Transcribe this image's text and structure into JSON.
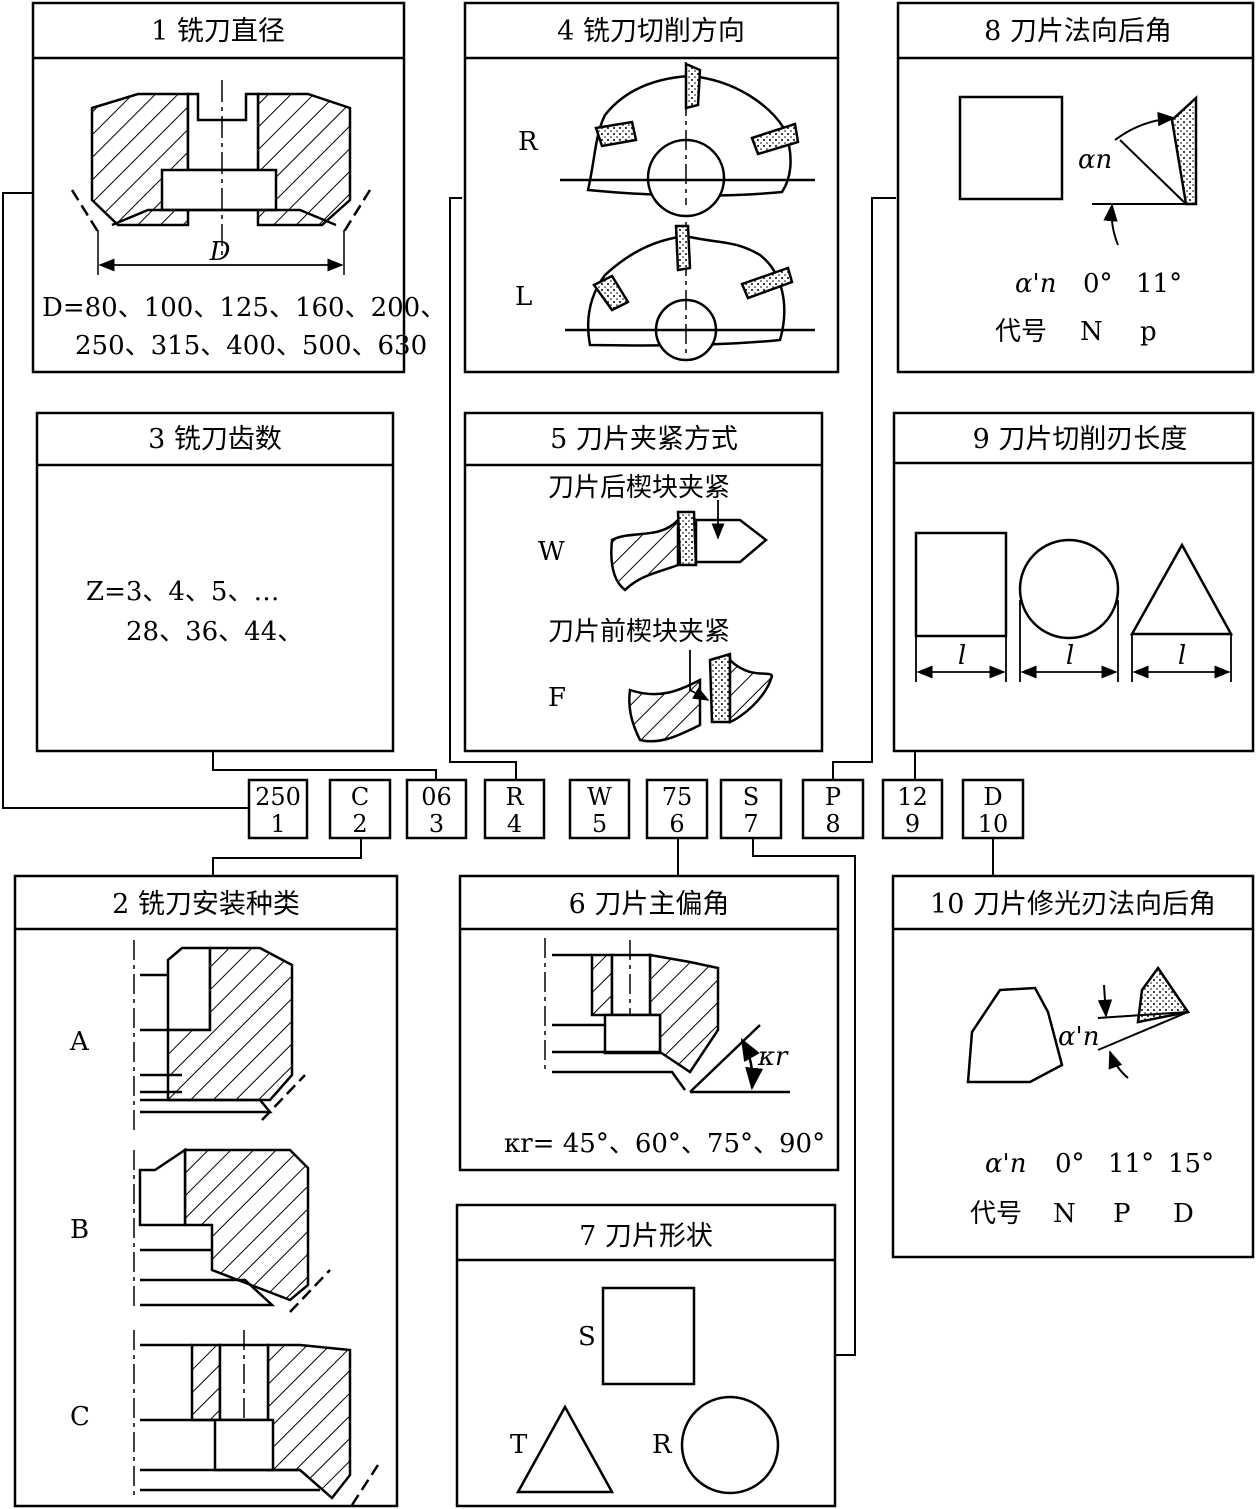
{
  "panels": {
    "p1": {
      "title": "1 铣刀直径",
      "dim": "D",
      "values_line1": "D=80、100、125、160、200、",
      "values_line2": "250、315、400、500、630"
    },
    "p2": {
      "title": "2 铣刀安装种类",
      "options": [
        "A",
        "B",
        "C"
      ]
    },
    "p3": {
      "title": "3 铣刀齿数",
      "values_line1": "Z=3、4、5、…",
      "values_line2": "28、36、44、"
    },
    "p4": {
      "title": "4 铣刀切削方向",
      "options": [
        "R",
        "L"
      ]
    },
    "p5": {
      "title": "5 刀片夹紧方式",
      "w_desc": "刀片后楔块夹紧",
      "w_code": "W",
      "f_desc": "刀片前楔块夹紧",
      "f_code": "F"
    },
    "p6": {
      "title": "6 刀片主偏角",
      "angle_symbol": "κr",
      "values": "κr= 45°、60°、75°、90°"
    },
    "p7": {
      "title": "7 刀片形状",
      "options": [
        "S",
        "T",
        "R"
      ]
    },
    "p8": {
      "title": "8 刀片法向后角",
      "angle_symbol": "αn",
      "symbol_row": "α'n",
      "angles": [
        "0°",
        "11°"
      ],
      "code_label": "代号",
      "codes": [
        "N",
        "p"
      ]
    },
    "p9": {
      "title": "9 刀片切削刃长度",
      "length_symbol": "l"
    },
    "p10": {
      "title": "10 刀片修光刃法向后角",
      "angle_symbol": "α'n",
      "symbol_row": "α'n",
      "angles": [
        "0°",
        "11°",
        "15°"
      ],
      "code_label": "代号",
      "codes": [
        "N",
        "P",
        "D"
      ]
    }
  },
  "code_boxes": [
    {
      "code": "250",
      "index": "1"
    },
    {
      "code": "C",
      "index": "2"
    },
    {
      "code": "06",
      "index": "3"
    },
    {
      "code": "R",
      "index": "4"
    },
    {
      "code": "W",
      "index": "5"
    },
    {
      "code": "75",
      "index": "6"
    },
    {
      "code": "S",
      "index": "7"
    },
    {
      "code": "P",
      "index": "8"
    },
    {
      "code": "12",
      "index": "9"
    },
    {
      "code": "D",
      "index": "10"
    }
  ]
}
